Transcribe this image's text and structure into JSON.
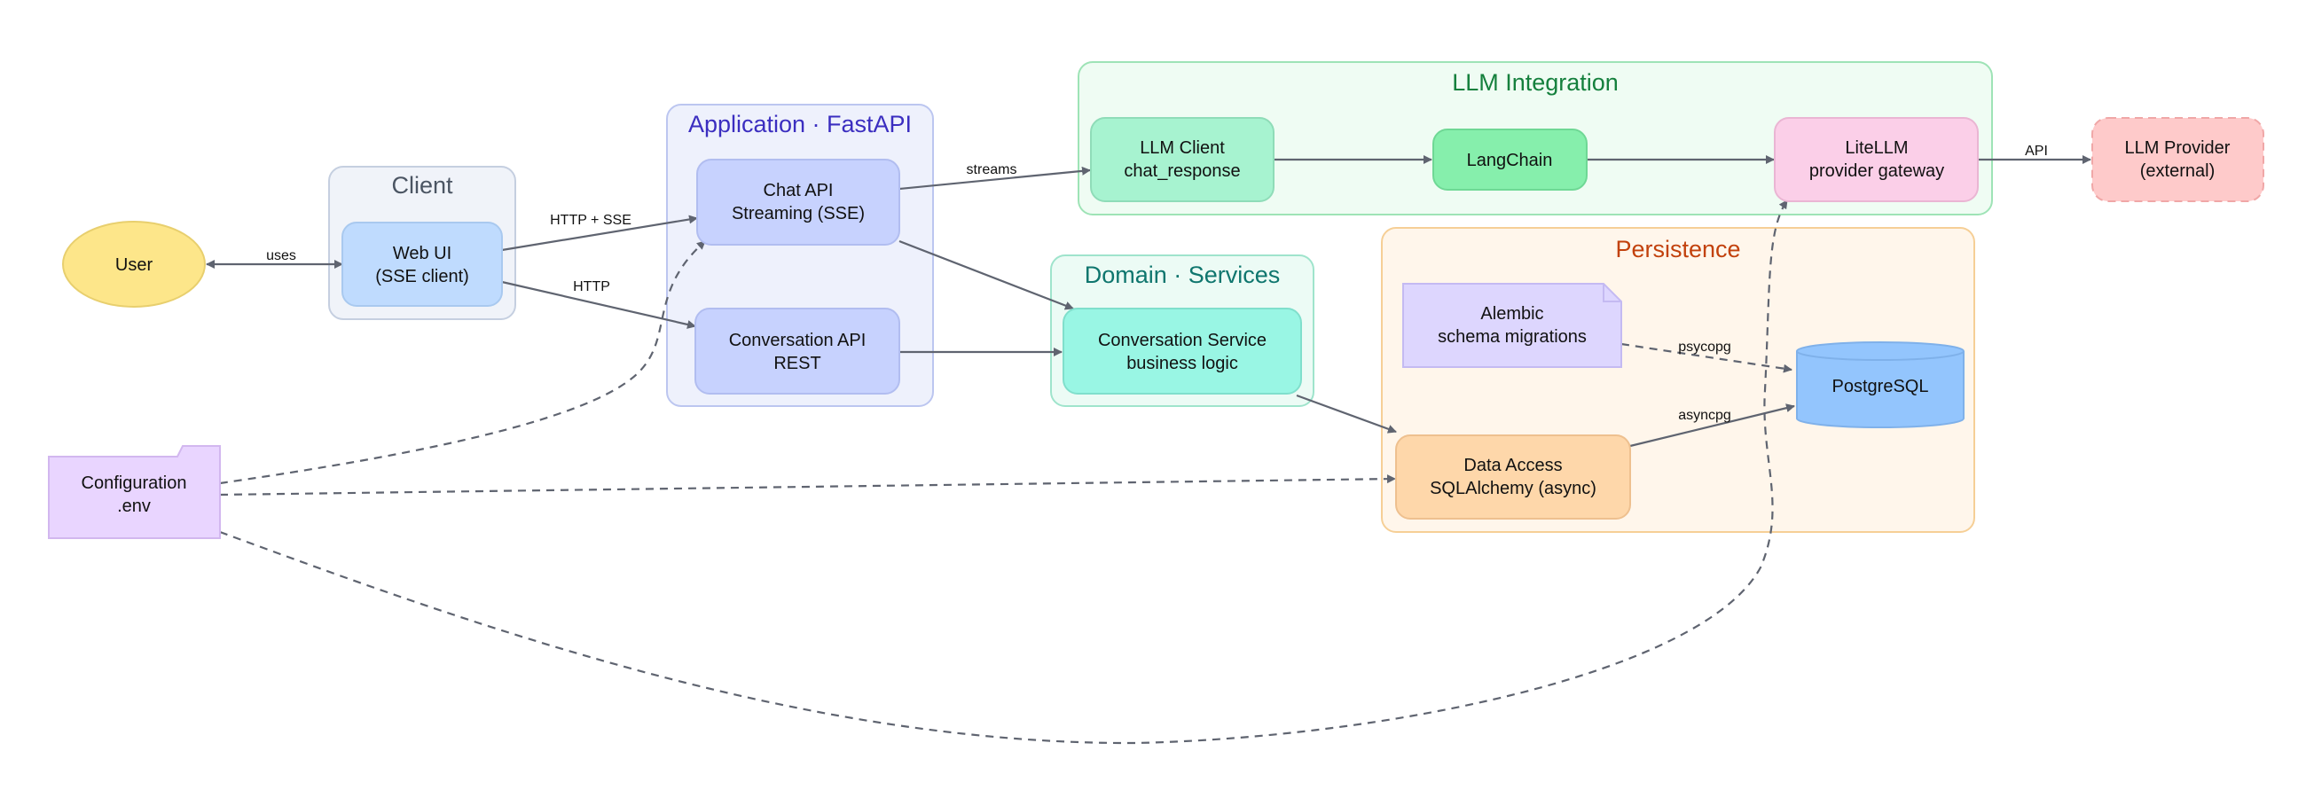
{
  "clusters": {
    "client": {
      "title": "Client"
    },
    "application": {
      "title": "Application · FastAPI"
    },
    "llm": {
      "title": "LLM Integration"
    },
    "domain": {
      "title": "Domain · Services"
    },
    "persistence": {
      "title": "Persistence"
    }
  },
  "nodes": {
    "user": {
      "line1": "User"
    },
    "web_ui": {
      "line1": "Web UI",
      "line2": "(SSE client)"
    },
    "chat_api": {
      "line1": "Chat API",
      "line2": "Streaming (SSE)"
    },
    "conversation_api": {
      "line1": "Conversation API",
      "line2": "REST"
    },
    "llm_client": {
      "line1": "LLM Client",
      "line2": "chat_response"
    },
    "langchain": {
      "line1": "LangChain"
    },
    "litellm": {
      "line1": "LiteLLM",
      "line2": "provider gateway"
    },
    "llm_provider": {
      "line1": "LLM Provider",
      "line2": "(external)"
    },
    "conversation_service": {
      "line1": "Conversation Service",
      "line2": "business logic"
    },
    "alembic": {
      "line1": "Alembic",
      "line2": "schema migrations"
    },
    "postgres": {
      "line1": "PostgreSQL"
    },
    "data_access": {
      "line1": "Data Access",
      "line2": "SQLAlchemy (async)"
    },
    "configuration": {
      "line1": "Configuration",
      "line2": ".env"
    }
  },
  "edges": {
    "uses": "uses",
    "http_sse": "HTTP + SSE",
    "http": "HTTP",
    "streams": "streams",
    "api": "API",
    "psycopg": "psycopg",
    "asyncpg": "asyncpg"
  },
  "colors": {
    "edge": "#5f6470",
    "client_title": "#4b5563",
    "application_title": "#3b2ec0",
    "llm_title": "#15803d",
    "domain_title": "#0f766e",
    "persistence_title": "#c2410c"
  }
}
